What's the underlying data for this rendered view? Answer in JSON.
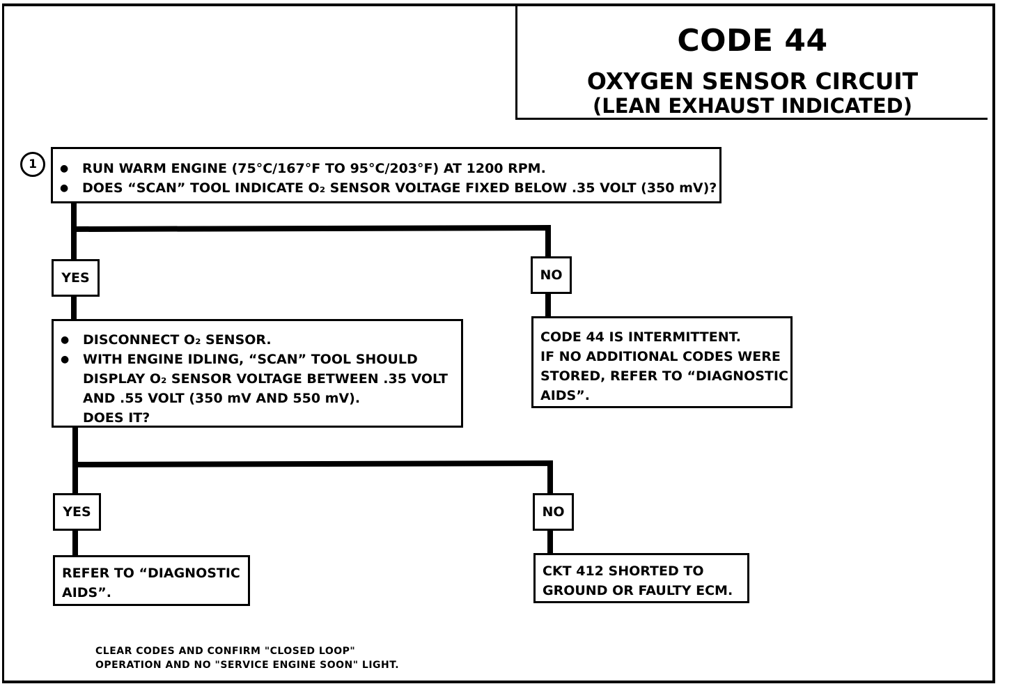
{
  "title": {
    "code": "CODE 44",
    "subtitle_1": "OXYGEN SENSOR CIRCUIT",
    "subtitle_2": "(LEAN EXHAUST INDICATED)"
  },
  "step1": {
    "number": "1",
    "line1": "RUN WARM ENGINE  (75°C/167°F TO 95°C/203°F)  AT 1200 RPM.",
    "line2": "DOES “SCAN” TOOL INDICATE O₂ SENSOR VOLTAGE FIXED BELOW .35 VOLT (350 mV)?"
  },
  "branch1": {
    "yes_label": "YES",
    "no_label": "NO",
    "no_text": [
      "CODE 44 IS INTERMITTENT.",
      "IF NO ADDITIONAL CODES WERE",
      "STORED, REFER TO  “DIAGNOSTIC",
      "AIDS”."
    ]
  },
  "step2": {
    "line1": "DISCONNECT O₂ SENSOR.",
    "line2": "WITH ENGINE IDLING, “SCAN” TOOL SHOULD",
    "line3": "DISPLAY O₂ SENSOR VOLTAGE BETWEEN .35 VOLT",
    "line4": "AND .55 VOLT (350 mV AND 550 mV).",
    "line5": "DOES IT?"
  },
  "branch2": {
    "yes_label": "YES",
    "no_label": "NO",
    "yes_text": [
      "REFER TO  “DIAGNOSTIC",
      "AIDS”."
    ],
    "no_text": [
      "CKT  412  SHORTED TO",
      "GROUND OR FAULTY ECM."
    ]
  },
  "footer": {
    "line1": "CLEAR  CODES  AND  CONFIRM  \"CLOSED  LOOP\"",
    "line2": "OPERATION  AND  NO \"SERVICE  ENGINE  SOON\"  LIGHT."
  }
}
